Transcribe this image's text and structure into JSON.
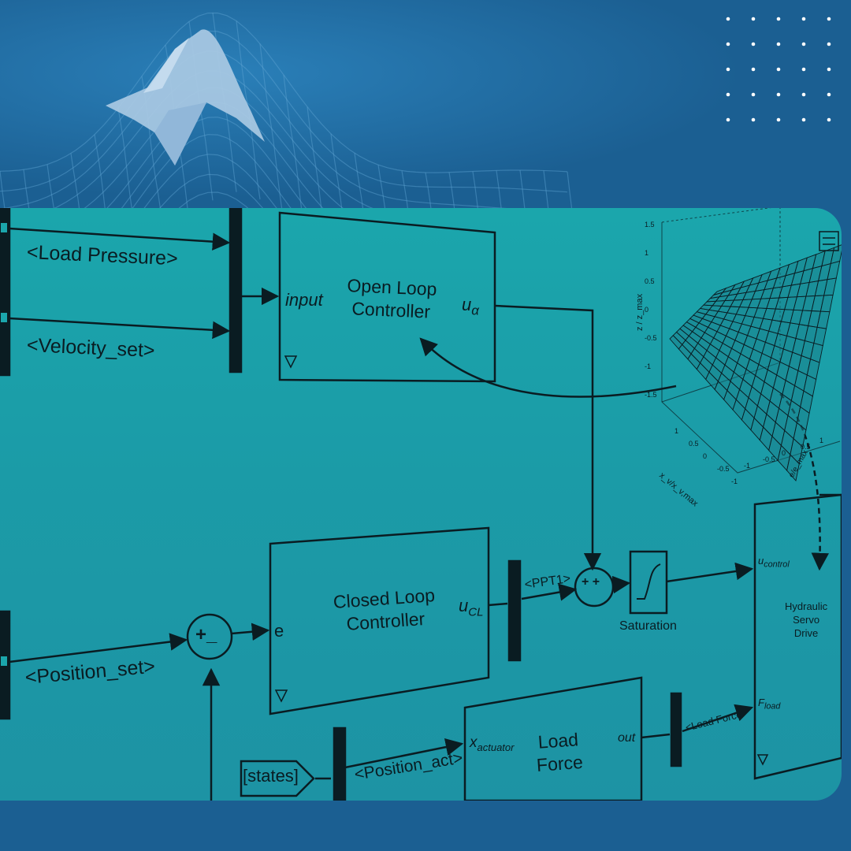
{
  "colors": {
    "background": "#1b5f92",
    "panel": "#1ba6ac",
    "line": "#0a1c22",
    "logo": "#a9c9e3"
  },
  "logo": {
    "icon": "matlab-membrane-logo"
  },
  "decor": {
    "dots": "dot-grid",
    "mesh": "surface-mesh"
  },
  "diagram": {
    "signals": {
      "load_pressure": "<Load Pressure>",
      "velocity_set": "<Velocity_set>",
      "position_set": "<Position_set>",
      "ppt1": "<PPT1>",
      "position_act": "<Position_act>",
      "load_force": "<Load Force>",
      "states": "[states]"
    },
    "blocks": {
      "open_loop": {
        "line1": "Open Loop",
        "line2": "Controller",
        "in_port": "input",
        "out_port": "u",
        "out_sub": "α"
      },
      "closed_loop": {
        "line1": "Closed Loop",
        "line2": "Controller",
        "in_port": "e",
        "out_port": "u",
        "out_sub": "CL"
      },
      "sum_error": {
        "signs": "+_"
      },
      "sum_output": {
        "signs": "+ +"
      },
      "saturation": {
        "label": "Saturation"
      },
      "load_force_block": {
        "line1": "Load",
        "line2": "Force",
        "in_port": "x",
        "in_sub": "actuator",
        "out_port": "out"
      },
      "hydraulic": {
        "line1": "Hydraulic",
        "line2": "Servo",
        "line3": "Drive",
        "in1": "u",
        "in1_sub": "control",
        "in2": "F",
        "in2_sub": "load"
      }
    },
    "surface_plot": {
      "z_ticks": [
        "1.5",
        "1",
        "0.5",
        "0",
        "-0.5",
        "-1",
        "-1.5"
      ],
      "x_ticks": [
        "1",
        "0.5",
        "0",
        "-0.5",
        "-1"
      ],
      "y_ticks": [
        "-1",
        "-0.5",
        "0",
        "0.5",
        "1"
      ],
      "z_label": "z / z_max",
      "x_label": "x_v/x_v,max",
      "y_label": "e/e_max"
    }
  }
}
